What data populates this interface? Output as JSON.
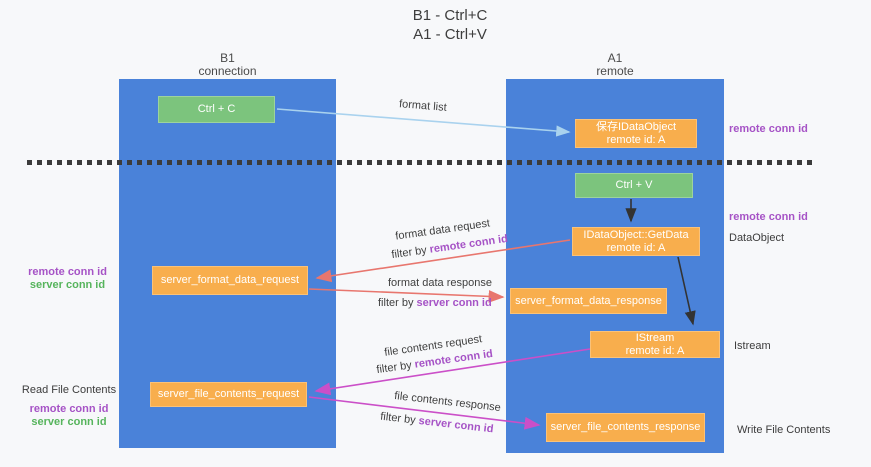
{
  "title": {
    "line1": "B1 - Ctrl+C",
    "line2": "A1 - Ctrl+V"
  },
  "columns": {
    "left": {
      "title": "B1",
      "subtitle": "connection"
    },
    "right": {
      "title": "A1",
      "subtitle": "remote"
    }
  },
  "boxes": {
    "ctrl_c": "Ctrl + C",
    "ctrl_v": "Ctrl + V",
    "save_dataobject": {
      "line1": "保存IDataObject",
      "line2": "remote id: A"
    },
    "getdata": {
      "line1": "IDataObject::GetData",
      "line2": "remote id: A"
    },
    "istream": {
      "line1": "IStream",
      "line2": "remote id: A"
    },
    "server_format_data_request": "server_format_data_request",
    "server_format_data_response": "server_format_data_response",
    "server_file_contents_request": "server_file_contents_request",
    "server_file_contents_response": "server_file_contents_response"
  },
  "side_labels": {
    "remote_conn_id": "remote conn id",
    "server_conn_id": "server conn id",
    "dataobject": "DataObject",
    "istream": "Istream",
    "read_file_contents": "Read File Contents",
    "write_file_contents": "Write File Contents"
  },
  "arrow_labels": {
    "format_list": "format list",
    "format_data_request": "format data request",
    "format_data_response": "format data response",
    "file_contents_request": "file contents request",
    "file_contents_response": "file contents response",
    "filter_by": "filter by ",
    "remote_conn_id": "remote conn id",
    "server_conn_id": "server conn id"
  },
  "colors": {
    "background": "#f7f8fa",
    "column_blue": "#4a82d9",
    "box_green": "#7cc47d",
    "box_orange": "#f8ae4d",
    "arrow_blue": "#a9d2ee",
    "arrow_black": "#333333",
    "arrow_salmon": "#e8766e",
    "arrow_magenta": "#cb4fc8",
    "text_purple": "#a653c6",
    "text_green": "#56b45c",
    "text_dark": "#3c3c3c",
    "dash_color": "#3b3b3b"
  }
}
